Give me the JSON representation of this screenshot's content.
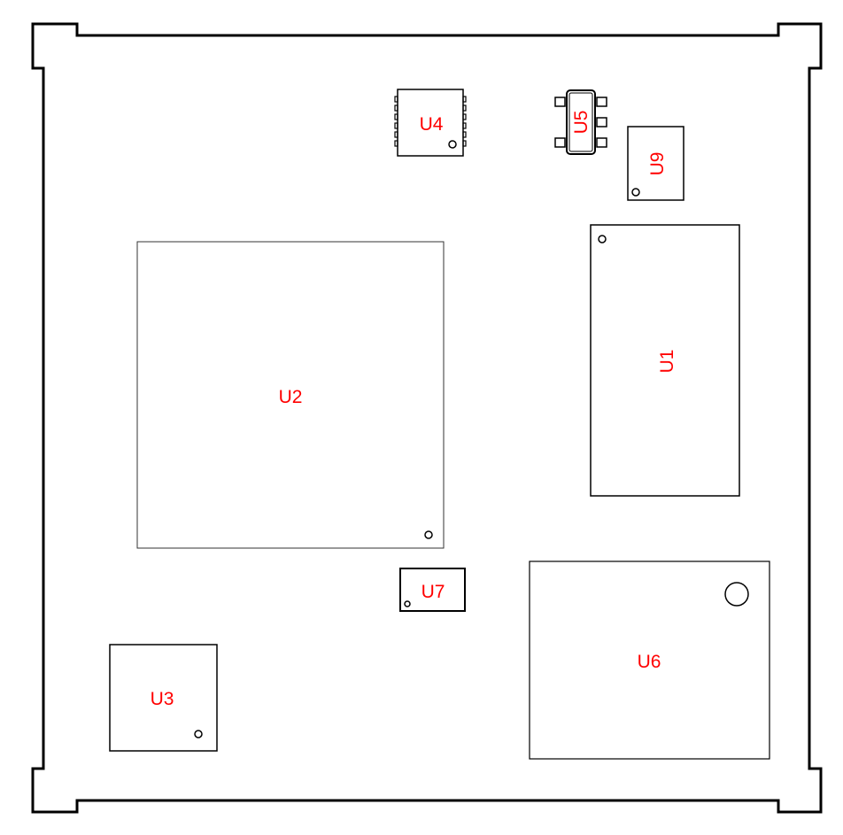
{
  "board": {
    "outline_color": "#000000",
    "label_color": "#ff0000"
  },
  "components": {
    "U1": {
      "label": "U1"
    },
    "U2": {
      "label": "U2"
    },
    "U3": {
      "label": "U3"
    },
    "U4": {
      "label": "U4"
    },
    "U5": {
      "label": "U5"
    },
    "U6": {
      "label": "U6"
    },
    "U7": {
      "label": "U7"
    },
    "U9": {
      "label": "U9"
    }
  }
}
